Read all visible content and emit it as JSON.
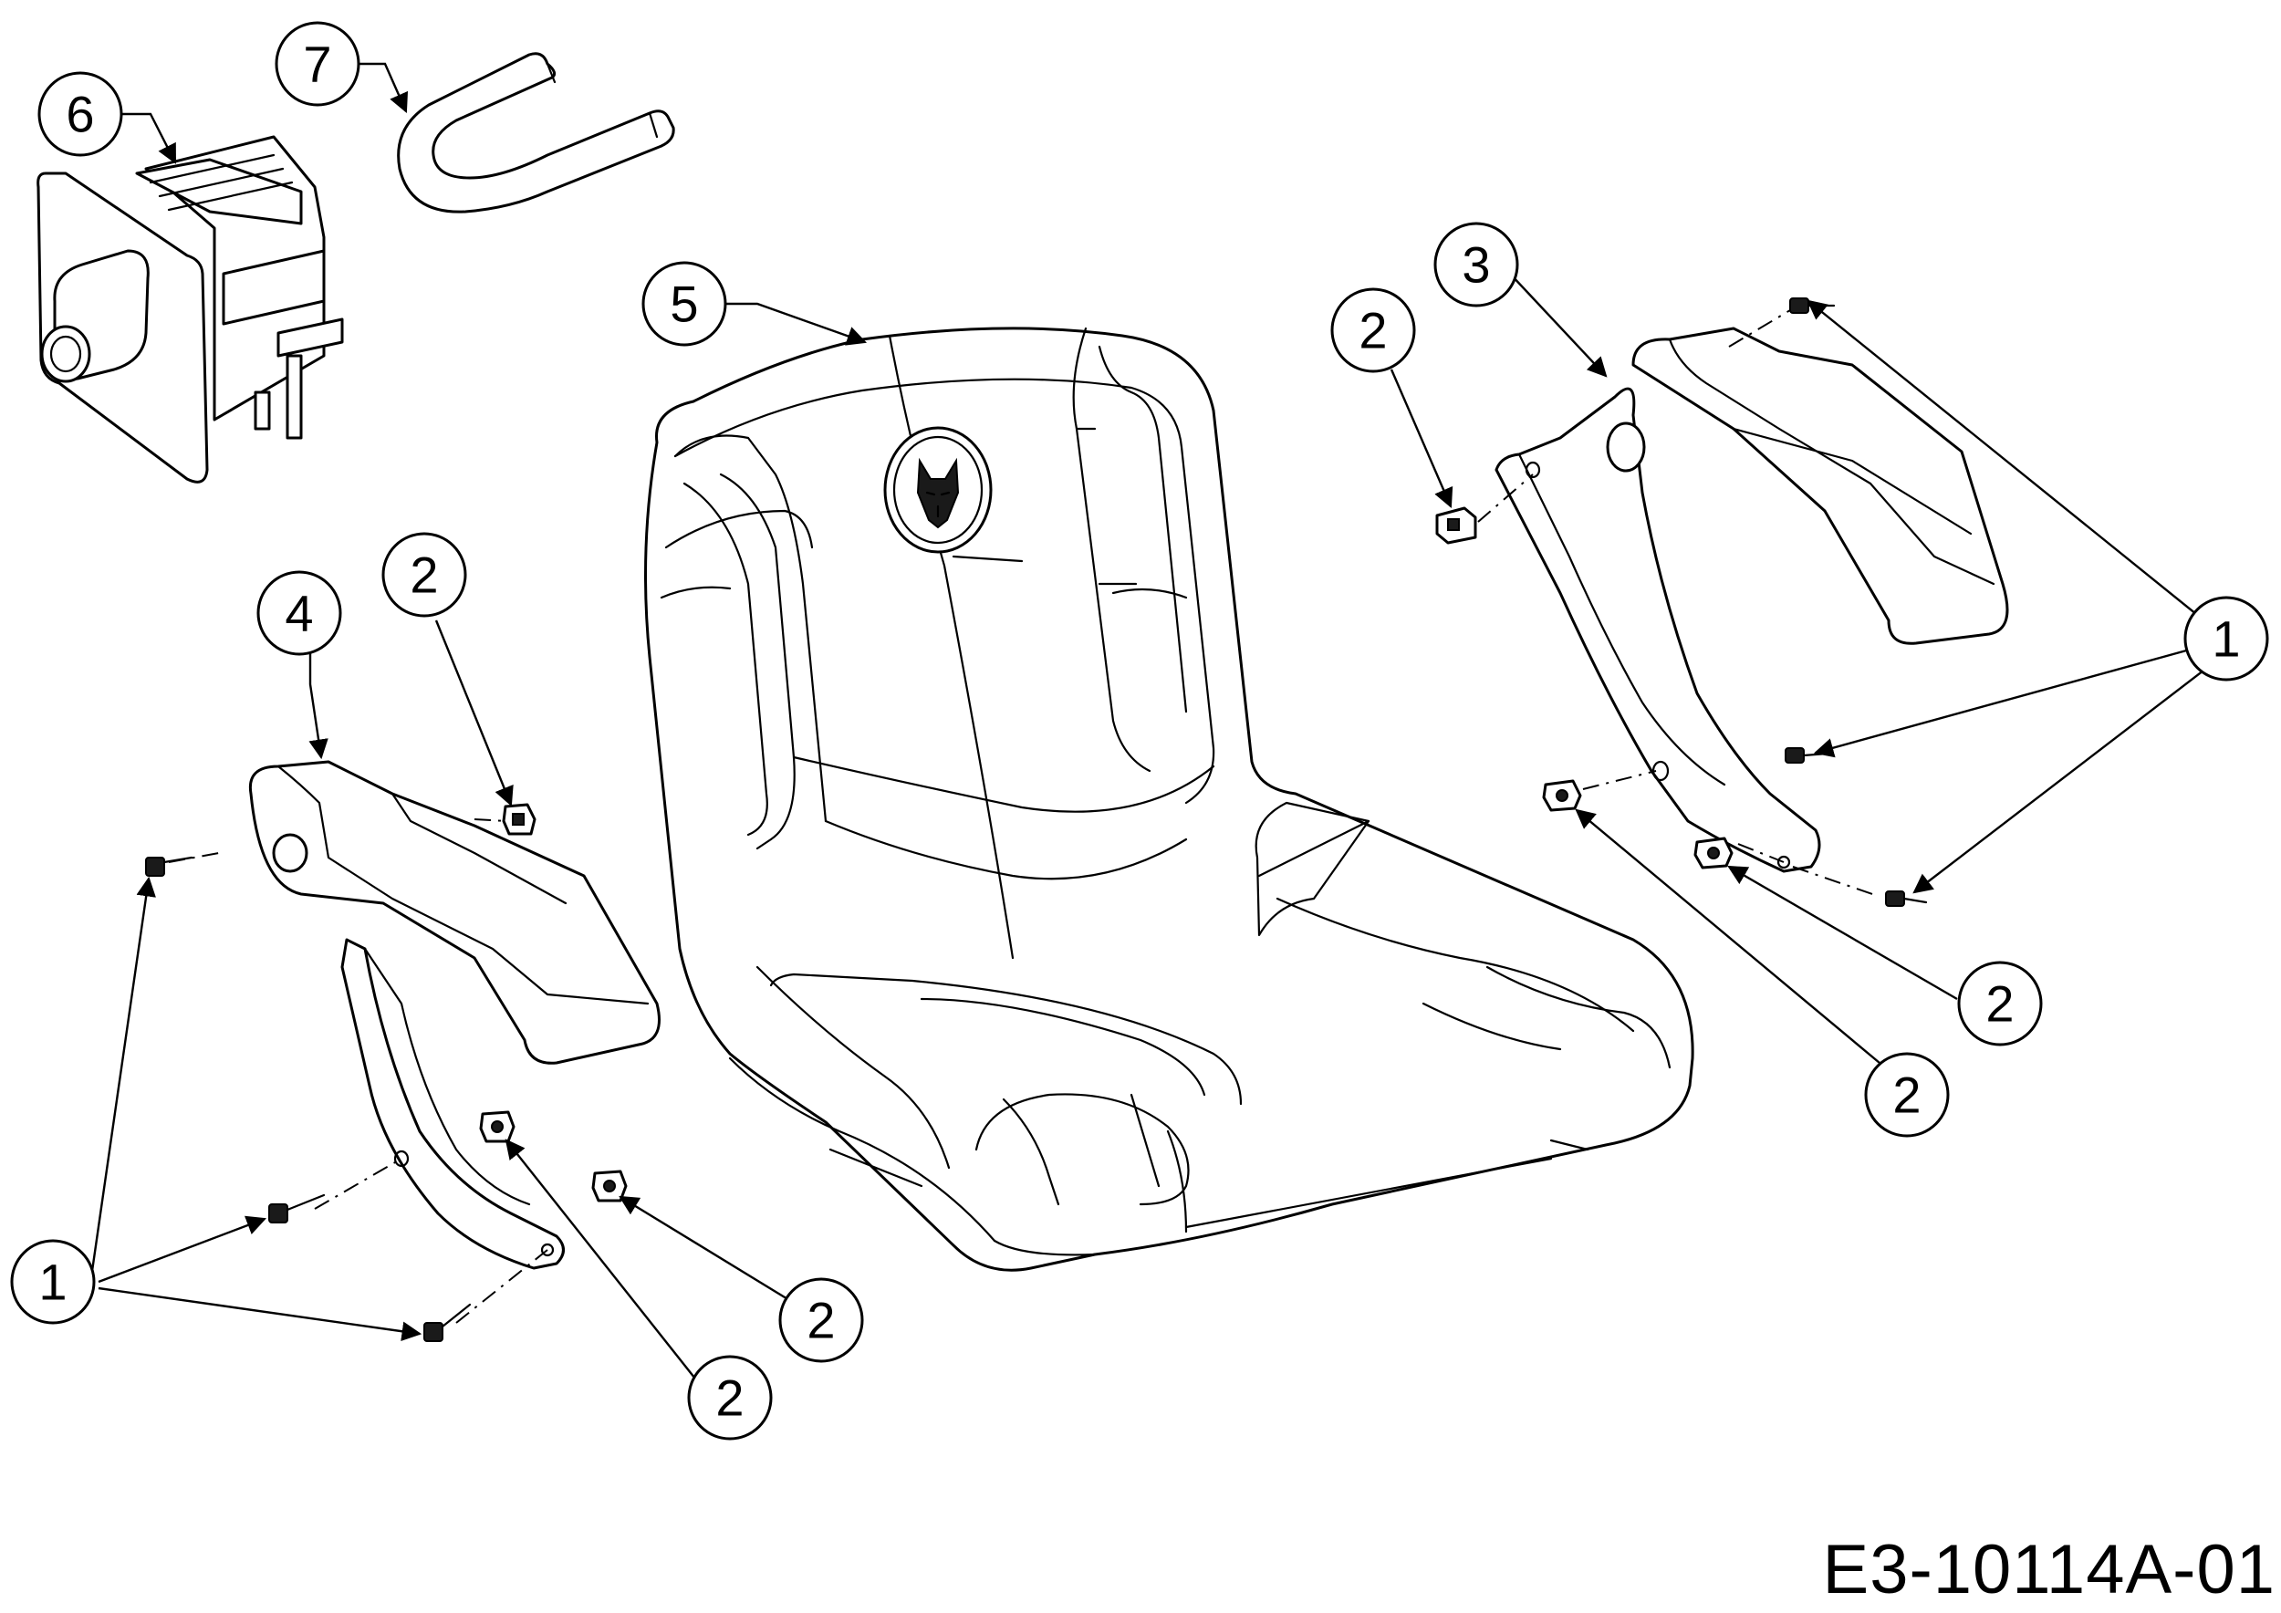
{
  "drawing_code": "E3-10114A-01",
  "callouts": [
    {
      "id": "c6",
      "label": "6"
    },
    {
      "id": "c7",
      "label": "7"
    },
    {
      "id": "c5",
      "label": "5"
    },
    {
      "id": "c3",
      "label": "3"
    },
    {
      "id": "c2a",
      "label": "2"
    },
    {
      "id": "c2b",
      "label": "2"
    },
    {
      "id": "c4",
      "label": "4"
    },
    {
      "id": "c1a",
      "label": "1"
    },
    {
      "id": "c2c",
      "label": "2"
    },
    {
      "id": "c2d",
      "label": "2"
    },
    {
      "id": "c1b",
      "label": "1"
    },
    {
      "id": "c2e",
      "label": "2"
    },
    {
      "id": "c2f",
      "label": "2"
    }
  ]
}
